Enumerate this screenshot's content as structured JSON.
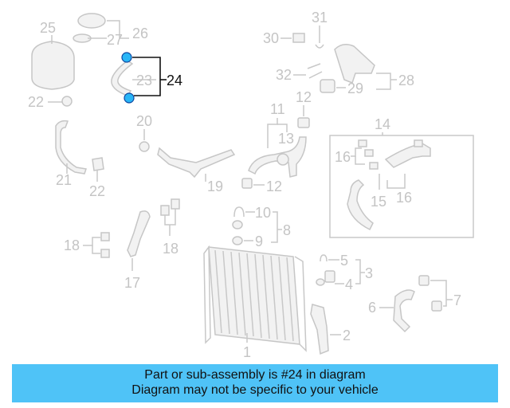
{
  "diagram": {
    "highlight_color": "#29b6f6",
    "highlighted_part": "24",
    "callouts": [
      "1",
      "2",
      "3",
      "4",
      "5",
      "6",
      "7",
      "8",
      "9",
      "10",
      "11",
      "12",
      "13",
      "14",
      "15",
      "16",
      "17",
      "18",
      "19",
      "20",
      "21",
      "22",
      "23",
      "24",
      "25",
      "26",
      "27",
      "28",
      "29",
      "30",
      "31",
      "32"
    ],
    "duplicate_callouts": {
      "12b": "12",
      "16b": "16",
      "18b": "18",
      "22b": "22"
    }
  },
  "banner": {
    "line1": "Part or sub-assembly is #24 in diagram",
    "line2": "Diagram may not be specific to your vehicle",
    "background": "#4fc3f7"
  }
}
